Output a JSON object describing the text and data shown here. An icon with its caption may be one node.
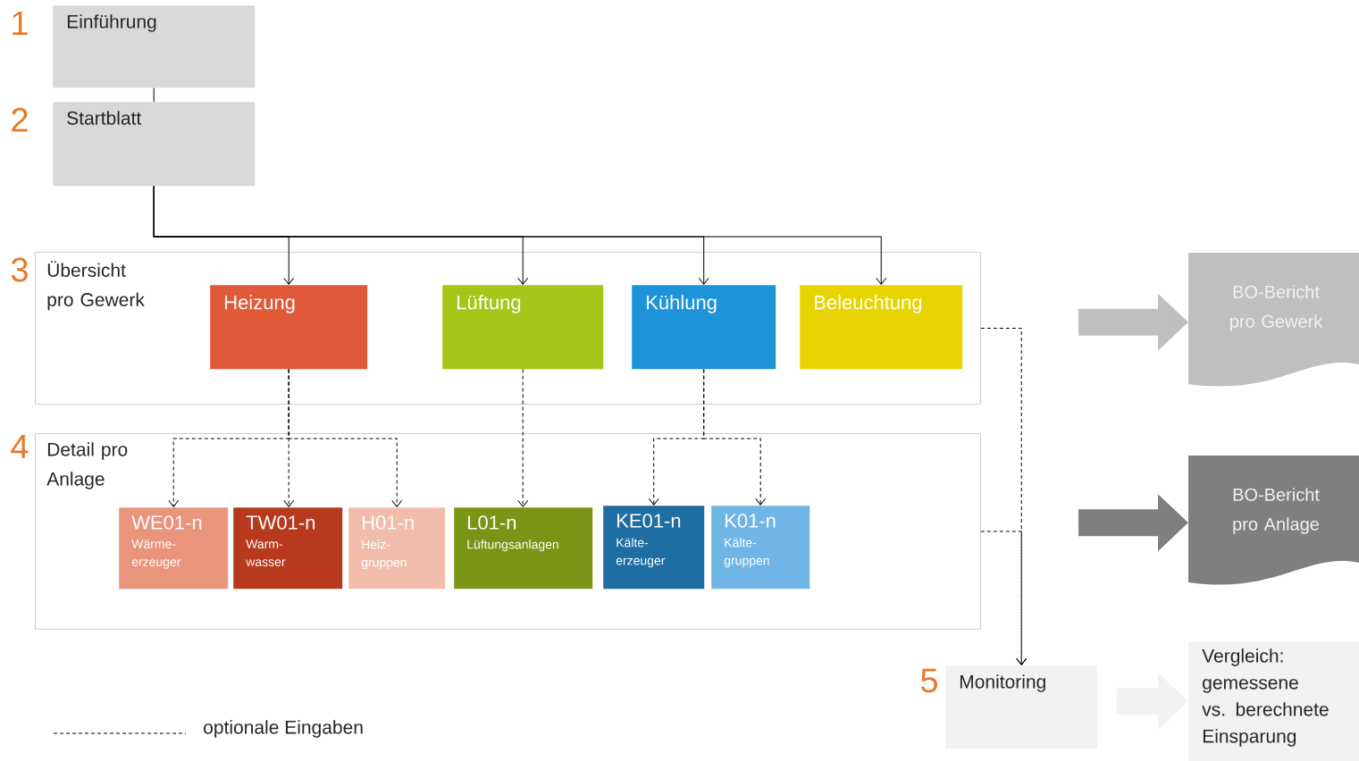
{
  "diagram": {
    "nodes": [
      {
        "text": [
          "Einführung"
        ],
        "beside": [
          "1"
        ]
      },
      {
        "text": [
          "Startblatt"
        ],
        "beside": [
          "2"
        ]
      },
      {
        "text": [
          "Übersicht pro Gewerk"
        ],
        "beside": [
          "3"
        ]
      },
      {
        "text": [
          "Heizung"
        ],
        "in": 2
      },
      {
        "text": [
          "Lüftung"
        ],
        "in": 2
      },
      {
        "text": [
          "Kühlung"
        ],
        "in": 2
      },
      {
        "text": [
          "Beleuchtung"
        ],
        "in": 2
      },
      {
        "text": [
          "Detail pro Anlage"
        ],
        "beside": [
          "4"
        ]
      },
      {
        "text": [
          "WE01-n",
          "Wärme- erzeuger"
        ],
        "in": 7
      },
      {
        "text": [
          "TW01-n",
          "Warm- wasser"
        ],
        "in": 7
      },
      {
        "text": [
          "H01-n",
          "Heiz- gruppen"
        ],
        "in": 7
      },
      {
        "text": [
          "L01-n",
          "Lüftungsanlagen"
        ],
        "in": 7
      },
      {
        "text": [
          "KE01-n",
          "Kälte- erzeuger"
        ],
        "in": 7
      },
      {
        "text": [
          "K01-n",
          "Kälte- gruppen"
        ],
        "in": 7
      },
      {
        "text": [
          "BO-Bericht pro Gewerk"
        ]
      },
      {
        "text": [
          "BO-Bericht pro Anlage"
        ]
      },
      {
        "text": [
          "Monitoring"
        ],
        "beside": [
          "5"
        ]
      },
      {
        "text": [
          "Vergleich: gemessene vs. berechnete Einsparung"
        ]
      }
    ],
    "edges": [
      {
        "from": 0,
        "to": 1,
        "arrow": "none"
      },
      {
        "from": 1,
        "to": 3,
        "arrow": "to"
      },
      {
        "from": 1,
        "to": 4,
        "arrow": "to"
      },
      {
        "from": 1,
        "to": 5,
        "arrow": "to"
      },
      {
        "from": 1,
        "to": 6,
        "arrow": "to"
      },
      {
        "from": 3,
        "to": 8,
        "arrow": "to",
        "style": "dashed"
      },
      {
        "from": 3,
        "to": 9,
        "arrow": "to",
        "style": "dashed"
      },
      {
        "from": 3,
        "to": 10,
        "arrow": "to",
        "style": "dashed"
      },
      {
        "from": 4,
        "to": 11,
        "arrow": "to",
        "style": "dashed"
      },
      {
        "from": 5,
        "to": 12,
        "arrow": "to",
        "style": "dashed"
      },
      {
        "from": 5,
        "to": 13,
        "arrow": "to",
        "style": "dashed"
      },
      {
        "from": 2,
        "to": 16,
        "arrow": "to",
        "style": "dashed"
      },
      {
        "from": 7,
        "to": 16,
        "arrow": "to",
        "style": "dashed"
      },
      {
        "from": null,
        "to": 14,
        "arrow": "to",
        "style": "thick",
        "color": "#bfbfbf"
      },
      {
        "from": null,
        "to": 15,
        "arrow": "to",
        "style": "thick",
        "color": "#7f7f7f"
      },
      {
        "from": null,
        "to": 17,
        "arrow": "to",
        "style": "thick",
        "color": "#f2f2f2"
      }
    ],
    "legend": [
      {
        "text": "optionale Eingaben"
      }
    ]
  }
}
